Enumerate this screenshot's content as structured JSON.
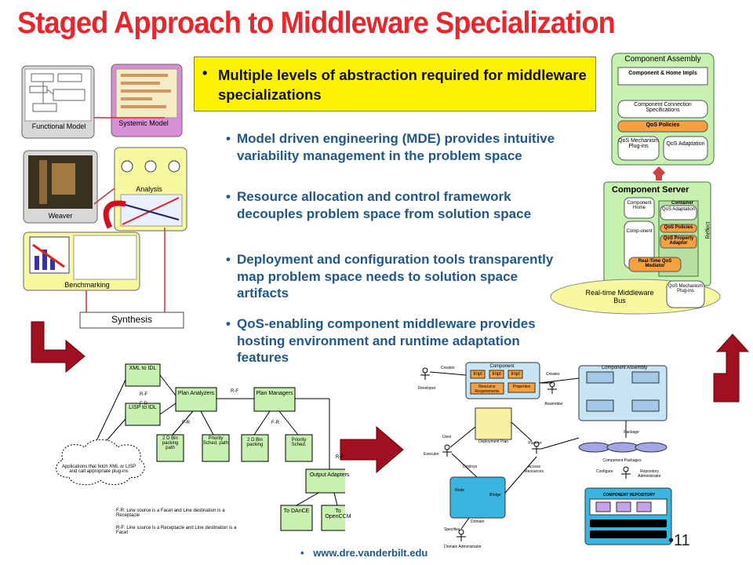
{
  "title": "Staged Approach to Middleware Specialization",
  "highlight": {
    "bullet": "•",
    "text": "Multiple levels of abstraction required for middleware specializations"
  },
  "bullets": [
    "Model driven engineering (MDE) provides intuitive variability management in the problem space",
    "Resource allocation and control framework decouples problem space from solution space",
    "Deployment and configuration tools transparently map problem space needs to solution space artifacts",
    "QoS-enabling component middleware provides hosting environment and runtime adaptation features"
  ],
  "left_diagram": {
    "functional_model": "Functional Model",
    "systemic_model": "Systemic Model",
    "weaver": "Weaver",
    "analysis": "Analysis",
    "benchmarking": "Benchmarking",
    "synthesis": "Synthesis"
  },
  "right_diagram": {
    "component_assembly": "Component Assembly",
    "component_home_impls": "Component & Home Impls",
    "component_connection_specs": "Component Connection Specifications",
    "qos_policies": "QoS Policies",
    "qos_mechanism_plugins": "QoS Mechanism Plug-ins",
    "qos_adaptation": "QoS Adaptation",
    "component_server": "Component Server",
    "component_home": "Component Home",
    "container": "Container",
    "component": "Comp-onent",
    "qos_adaptation_inner": "QoS Adaptation",
    "qos_policies_inner": "QoS Policies",
    "qos_property_adaptor": "QoS Property Adaptor",
    "realtime_qos_mediator": "Real-Time QoS Mediator",
    "reflect": "Reflect",
    "realtime_bus": "Real-time Middleware Bus",
    "qos_mechanism_plugins_inner": "QoS Mechanism Plug-ins"
  },
  "flow_diagram": {
    "xml_to_idl": "XML to IDL",
    "lisp_to_idl": "LISP to IDL",
    "plan_analyzers": "Plan Analyzers",
    "plan_managers": "Plan Managers",
    "bin_packing_path": "2 D Bin packing path",
    "priority_sched_path": "Priority Sched. path",
    "bin_packing": "2 D Bin packing",
    "priority_sched": "Priority Sched.",
    "output_adapters": "Output Adapters",
    "to_dance": "To DAnCE",
    "to_openccm": "To OpenCCM",
    "cloud_text": "Applications that fetch XML or LISP and call appropriate plug-ins",
    "rf": "R-F",
    "fr": "F-R",
    "legend1": "F-R: Line source is a Facet and Line destination is a Receptacle",
    "legend2": "R-F: Line source is a Receptacle and Line destination is a Facet"
  },
  "deploy_diagram": {
    "component": "Component",
    "impl": "Impl",
    "resource_requirements": "Resource Requirements",
    "properties": "Properties",
    "developer": "Developer",
    "creates": "Creates",
    "assembler": "Assembler",
    "component_assembly": "Component Assembly",
    "uses": "Uses",
    "deployment_plan": "Deployment Plan",
    "executor": "Executor",
    "planner": "Planner",
    "package": "Package",
    "component_packages": "Component Packages",
    "configure": "Configure",
    "repository_administrator": "Repository Administrator",
    "deploys": "Deploys",
    "access_resources": "Access Resources",
    "domain": "Domain",
    "node": "Node",
    "bridge": "Bridge",
    "domain_administrator": "Domain Administrator",
    "specifies": "Specifies",
    "component_repository": "COMPONENT REPOSITORY",
    "creates2": "Creates"
  },
  "page_number": "•11",
  "footer_bullet": "•",
  "footer_url": "www.dre.vanderbilt.edu",
  "colors": {
    "title": "#e8262b",
    "highlight": "#fff200",
    "blue": "#21578a",
    "green_box": "#c8f0b0",
    "yellow_box": "#f8f8a0",
    "dark_red": "#a01020",
    "panel": "#c6e4f4"
  }
}
